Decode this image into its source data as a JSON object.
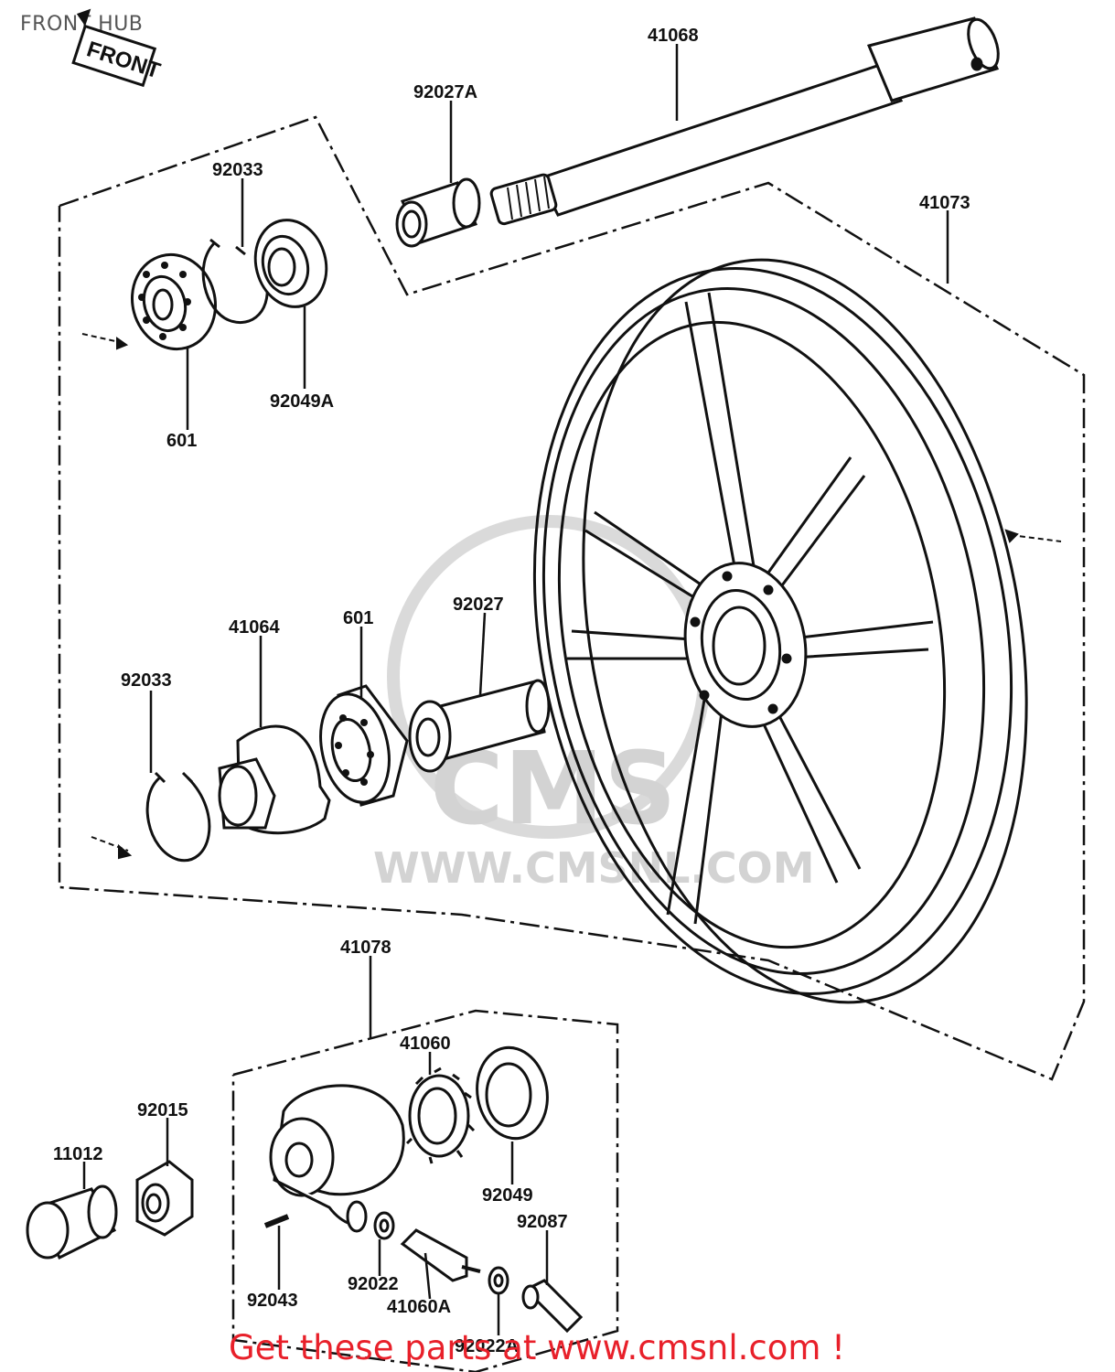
{
  "page": {
    "title": "FRONT HUB",
    "front_tag": "FRONT",
    "footer": "Get these parts at www.cmsnl.com !"
  },
  "watermark": {
    "logo": "CMS",
    "url": "WWW.CMSNL.COM"
  },
  "parts": {
    "p41068": "41068",
    "p92027A": "92027A",
    "p92033_top": "92033",
    "p92049A": "92049A",
    "p601_top": "601",
    "p41073": "41073",
    "p41064": "41064",
    "p601_mid": "601",
    "p92027": "92027",
    "p92033_mid": "92033",
    "p41078": "41078",
    "p41060": "41060",
    "p92015": "92015",
    "p11012": "11012",
    "p92049": "92049",
    "p92087": "92087",
    "p92022": "92022",
    "p92043": "92043",
    "p41060A": "41060A",
    "p92022A": "92022A"
  },
  "colors": {
    "ink": "#111111",
    "footer_red": "#e8202a",
    "watermark": "#cfcfcf"
  }
}
